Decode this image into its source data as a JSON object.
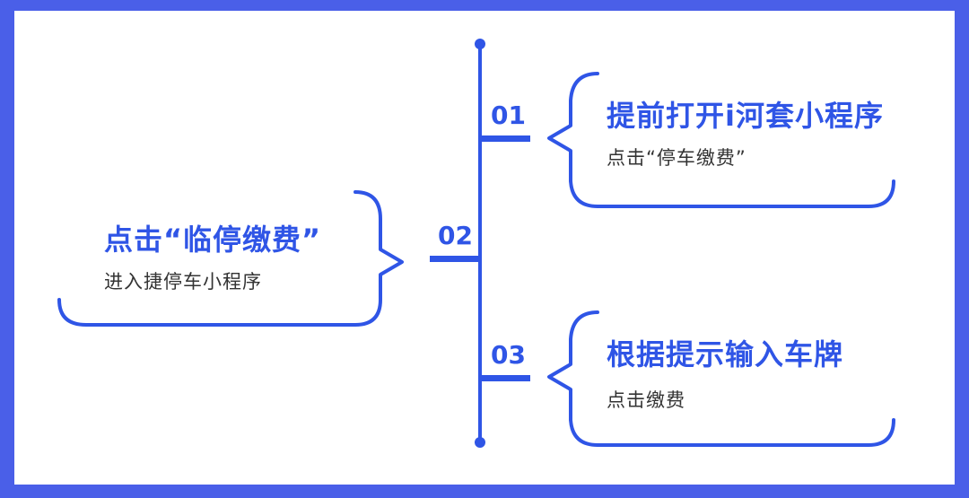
{
  "colors": {
    "accent": "#2f55e6",
    "background": "#4a5fe8",
    "panel": "#ffffff",
    "desc_text": "#333333"
  },
  "steps": [
    {
      "number": "01",
      "title": "提前打开i河套小程序",
      "description": "点击“停车缴费”",
      "side": "right"
    },
    {
      "number": "02",
      "title": "点击“临停缴费”",
      "description": "进入捷停车小程序",
      "side": "left"
    },
    {
      "number": "03",
      "title": "根据提示输入车牌",
      "description": "点击缴费",
      "side": "right"
    }
  ]
}
